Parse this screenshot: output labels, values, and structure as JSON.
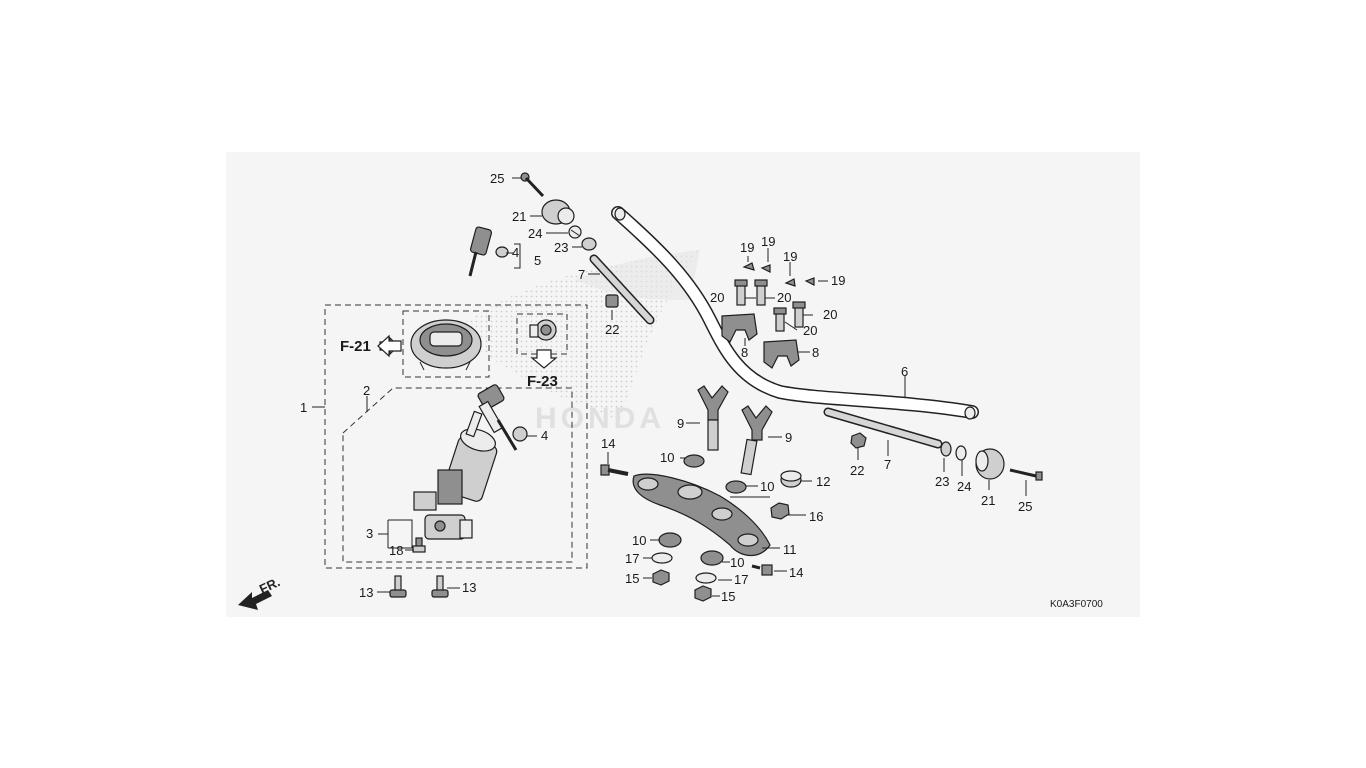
{
  "diagram": {
    "code": "K0A3F0700",
    "front_marker": "FR.",
    "refs": [
      {
        "id": "ref-f21",
        "text": "F-21"
      },
      {
        "id": "ref-f23",
        "text": "F-23"
      }
    ],
    "callouts": [
      {
        "id": "c25a",
        "text": "25"
      },
      {
        "id": "c21a",
        "text": "21"
      },
      {
        "id": "c24a",
        "text": "24"
      },
      {
        "id": "c23a",
        "text": "23"
      },
      {
        "id": "c7a",
        "text": "7"
      },
      {
        "id": "c22a",
        "text": "22"
      },
      {
        "id": "c4a",
        "text": "4"
      },
      {
        "id": "c5",
        "text": "5"
      },
      {
        "id": "c19a",
        "text": "19"
      },
      {
        "id": "c19b",
        "text": "19"
      },
      {
        "id": "c19c",
        "text": "19"
      },
      {
        "id": "c19d",
        "text": "19"
      },
      {
        "id": "c20a",
        "text": "20"
      },
      {
        "id": "c20b",
        "text": "20"
      },
      {
        "id": "c20c",
        "text": "20"
      },
      {
        "id": "c20d",
        "text": "20"
      },
      {
        "id": "c8a",
        "text": "8"
      },
      {
        "id": "c8b",
        "text": "8"
      },
      {
        "id": "c6",
        "text": "6"
      },
      {
        "id": "c1",
        "text": "1"
      },
      {
        "id": "c2",
        "text": "2"
      },
      {
        "id": "c4b",
        "text": "4"
      },
      {
        "id": "c3",
        "text": "3"
      },
      {
        "id": "c18",
        "text": "18"
      },
      {
        "id": "c13a",
        "text": "13"
      },
      {
        "id": "c13b",
        "text": "13"
      },
      {
        "id": "c9a",
        "text": "9"
      },
      {
        "id": "c9b",
        "text": "9"
      },
      {
        "id": "c10a",
        "text": "10"
      },
      {
        "id": "c10b",
        "text": "10"
      },
      {
        "id": "c10c",
        "text": "10"
      },
      {
        "id": "c10d",
        "text": "10"
      },
      {
        "id": "c14a",
        "text": "14"
      },
      {
        "id": "c14b",
        "text": "14"
      },
      {
        "id": "c12",
        "text": "12"
      },
      {
        "id": "c16",
        "text": "16"
      },
      {
        "id": "c11",
        "text": "11"
      },
      {
        "id": "c17a",
        "text": "17"
      },
      {
        "id": "c17b",
        "text": "17"
      },
      {
        "id": "c15a",
        "text": "15"
      },
      {
        "id": "c15b",
        "text": "15"
      },
      {
        "id": "c22b",
        "text": "22"
      },
      {
        "id": "c7b",
        "text": "7"
      },
      {
        "id": "c23b",
        "text": "23"
      },
      {
        "id": "c24b",
        "text": "24"
      },
      {
        "id": "c21b",
        "text": "21"
      },
      {
        "id": "c25b",
        "text": "25"
      }
    ]
  }
}
